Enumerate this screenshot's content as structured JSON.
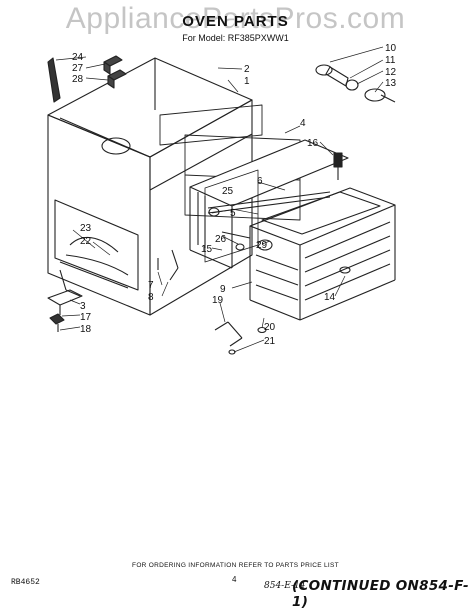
{
  "header": {
    "watermark": "AppliancePartsPros.com",
    "title": "OVEN PARTS",
    "model": "For Model: RF385PXWW1"
  },
  "footer": {
    "order_info": "FOR ORDERING INFORMATION REFER TO PARTS PRICE LIST",
    "doc_code": "RB4652",
    "page_number": "4",
    "handwritten_ref": "854-E-14",
    "continued": "(CONTINUED ON854-F-1)"
  },
  "part_labels": [
    "1",
    "2",
    "3",
    "4",
    "5",
    "6",
    "7",
    "8",
    "9",
    "10",
    "11",
    "12",
    "13",
    "14",
    "15",
    "16",
    "17",
    "18",
    "19",
    "20",
    "21",
    "22",
    "23",
    "24",
    "25",
    "26",
    "27",
    "28",
    "29"
  ]
}
